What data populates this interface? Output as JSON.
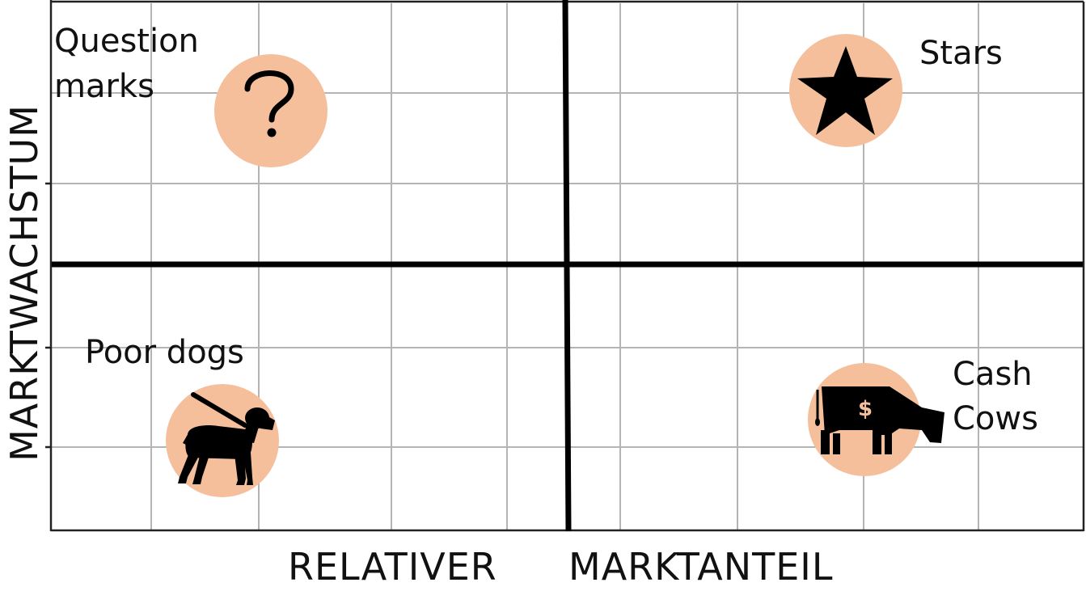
{
  "axes": {
    "y_label": "MARKTWACHSTUM",
    "x_label_left": "RELATIVER",
    "x_label_right": "MARKTANTEIL"
  },
  "quadrants": {
    "question_marks": {
      "label_line1": "Question",
      "label_line2": "marks",
      "icon": "question-mark-icon"
    },
    "stars": {
      "label": "Stars",
      "icon": "star-icon"
    },
    "poor_dogs": {
      "label": "Poor dogs",
      "icon": "dog-on-leash-icon"
    },
    "cash_cows": {
      "label_line1": "Cash",
      "label_line2": "Cows",
      "icon": "cow-with-dollar-icon",
      "icon_text": "$"
    }
  },
  "colors": {
    "bubble": "#f5bf9c",
    "axis_lines": "#000000",
    "grid": "#b4b4b4",
    "text": "#111111"
  }
}
